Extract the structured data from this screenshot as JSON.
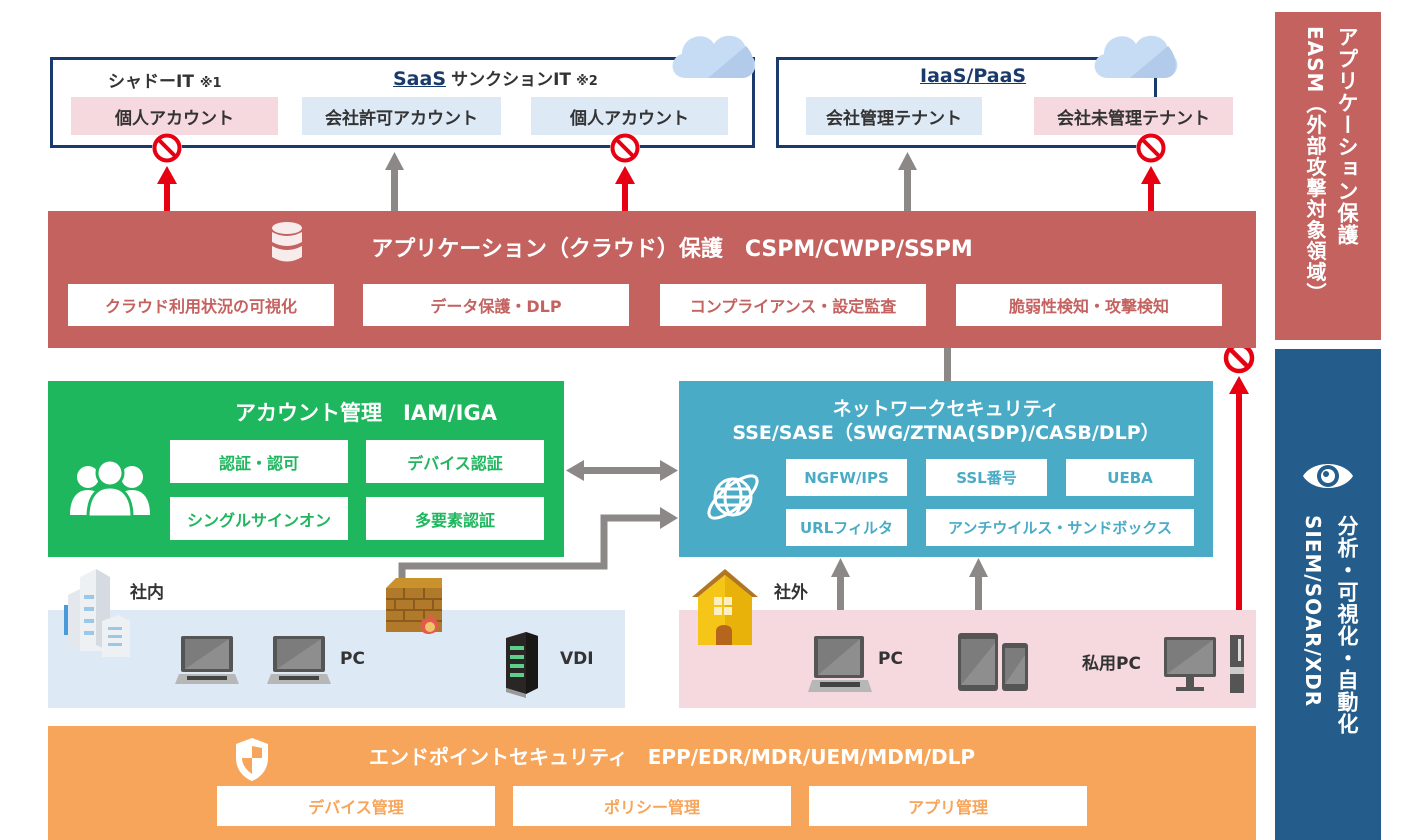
{
  "saas": {
    "shadow_label": "シャドーIT",
    "shadow_note": "※1",
    "title": "SaaS",
    "sanction_label": "サンクションIT",
    "sanction_note": "※2",
    "boxes": [
      "個人アカウント",
      "会社許可アカウント",
      "個人アカウント"
    ]
  },
  "iaas": {
    "title": "IaaS/PaaS",
    "boxes": [
      "会社管理テナント",
      "会社未管理テナント"
    ]
  },
  "app_protection": {
    "title": "アプリケーション（クラウド）保護　CSPM/CWPP/SSPM",
    "items": [
      "クラウド利用状況の可視化",
      "データ保護・DLP",
      "コンプライアンス・設定監査",
      "脆弱性検知・攻撃検知"
    ]
  },
  "account": {
    "title": "アカウント管理　IAM/IGA",
    "items": [
      "認証・認可",
      "デバイス認証",
      "シングルサインオン",
      "多要素認証"
    ]
  },
  "network": {
    "title_line1": "ネットワークセキュリティ",
    "title_line2": "SSE/SASE（SWG/ZTNA(SDP)/CASB/DLP）",
    "items": [
      "NGFW/IPS",
      "SSL番号",
      "UEBA",
      "URLフィルタ",
      "アンチウイルス・サンドボックス"
    ]
  },
  "internal": {
    "label": "社内",
    "pc_label": "PC",
    "vdi_label": "VDI"
  },
  "external": {
    "label": "社外",
    "pc_label": "PC",
    "private_pc_label": "私用PC"
  },
  "endpoint": {
    "title": "エンドポイントセキュリティ　EPP/EDR/MDR/UEM/MDM/DLP",
    "items": [
      "デバイス管理",
      "ポリシー管理",
      "アプリ管理"
    ]
  },
  "side": {
    "easm_line1": "アプリケーション保護",
    "easm_line2": "EASM（外部攻撃対象領域）",
    "siem_line1": "分析・可視化・自動化",
    "siem_line2": "SIEM/SOAR/XDR"
  },
  "colors": {
    "app_red": "#c46260",
    "account_green": "#1fb75e",
    "network_blue": "#4aabc6",
    "endpoint_orange": "#f6a55a",
    "siem_navy": "#245d8b",
    "block_red": "#e60012",
    "arrow_gray": "#8c8888"
  }
}
